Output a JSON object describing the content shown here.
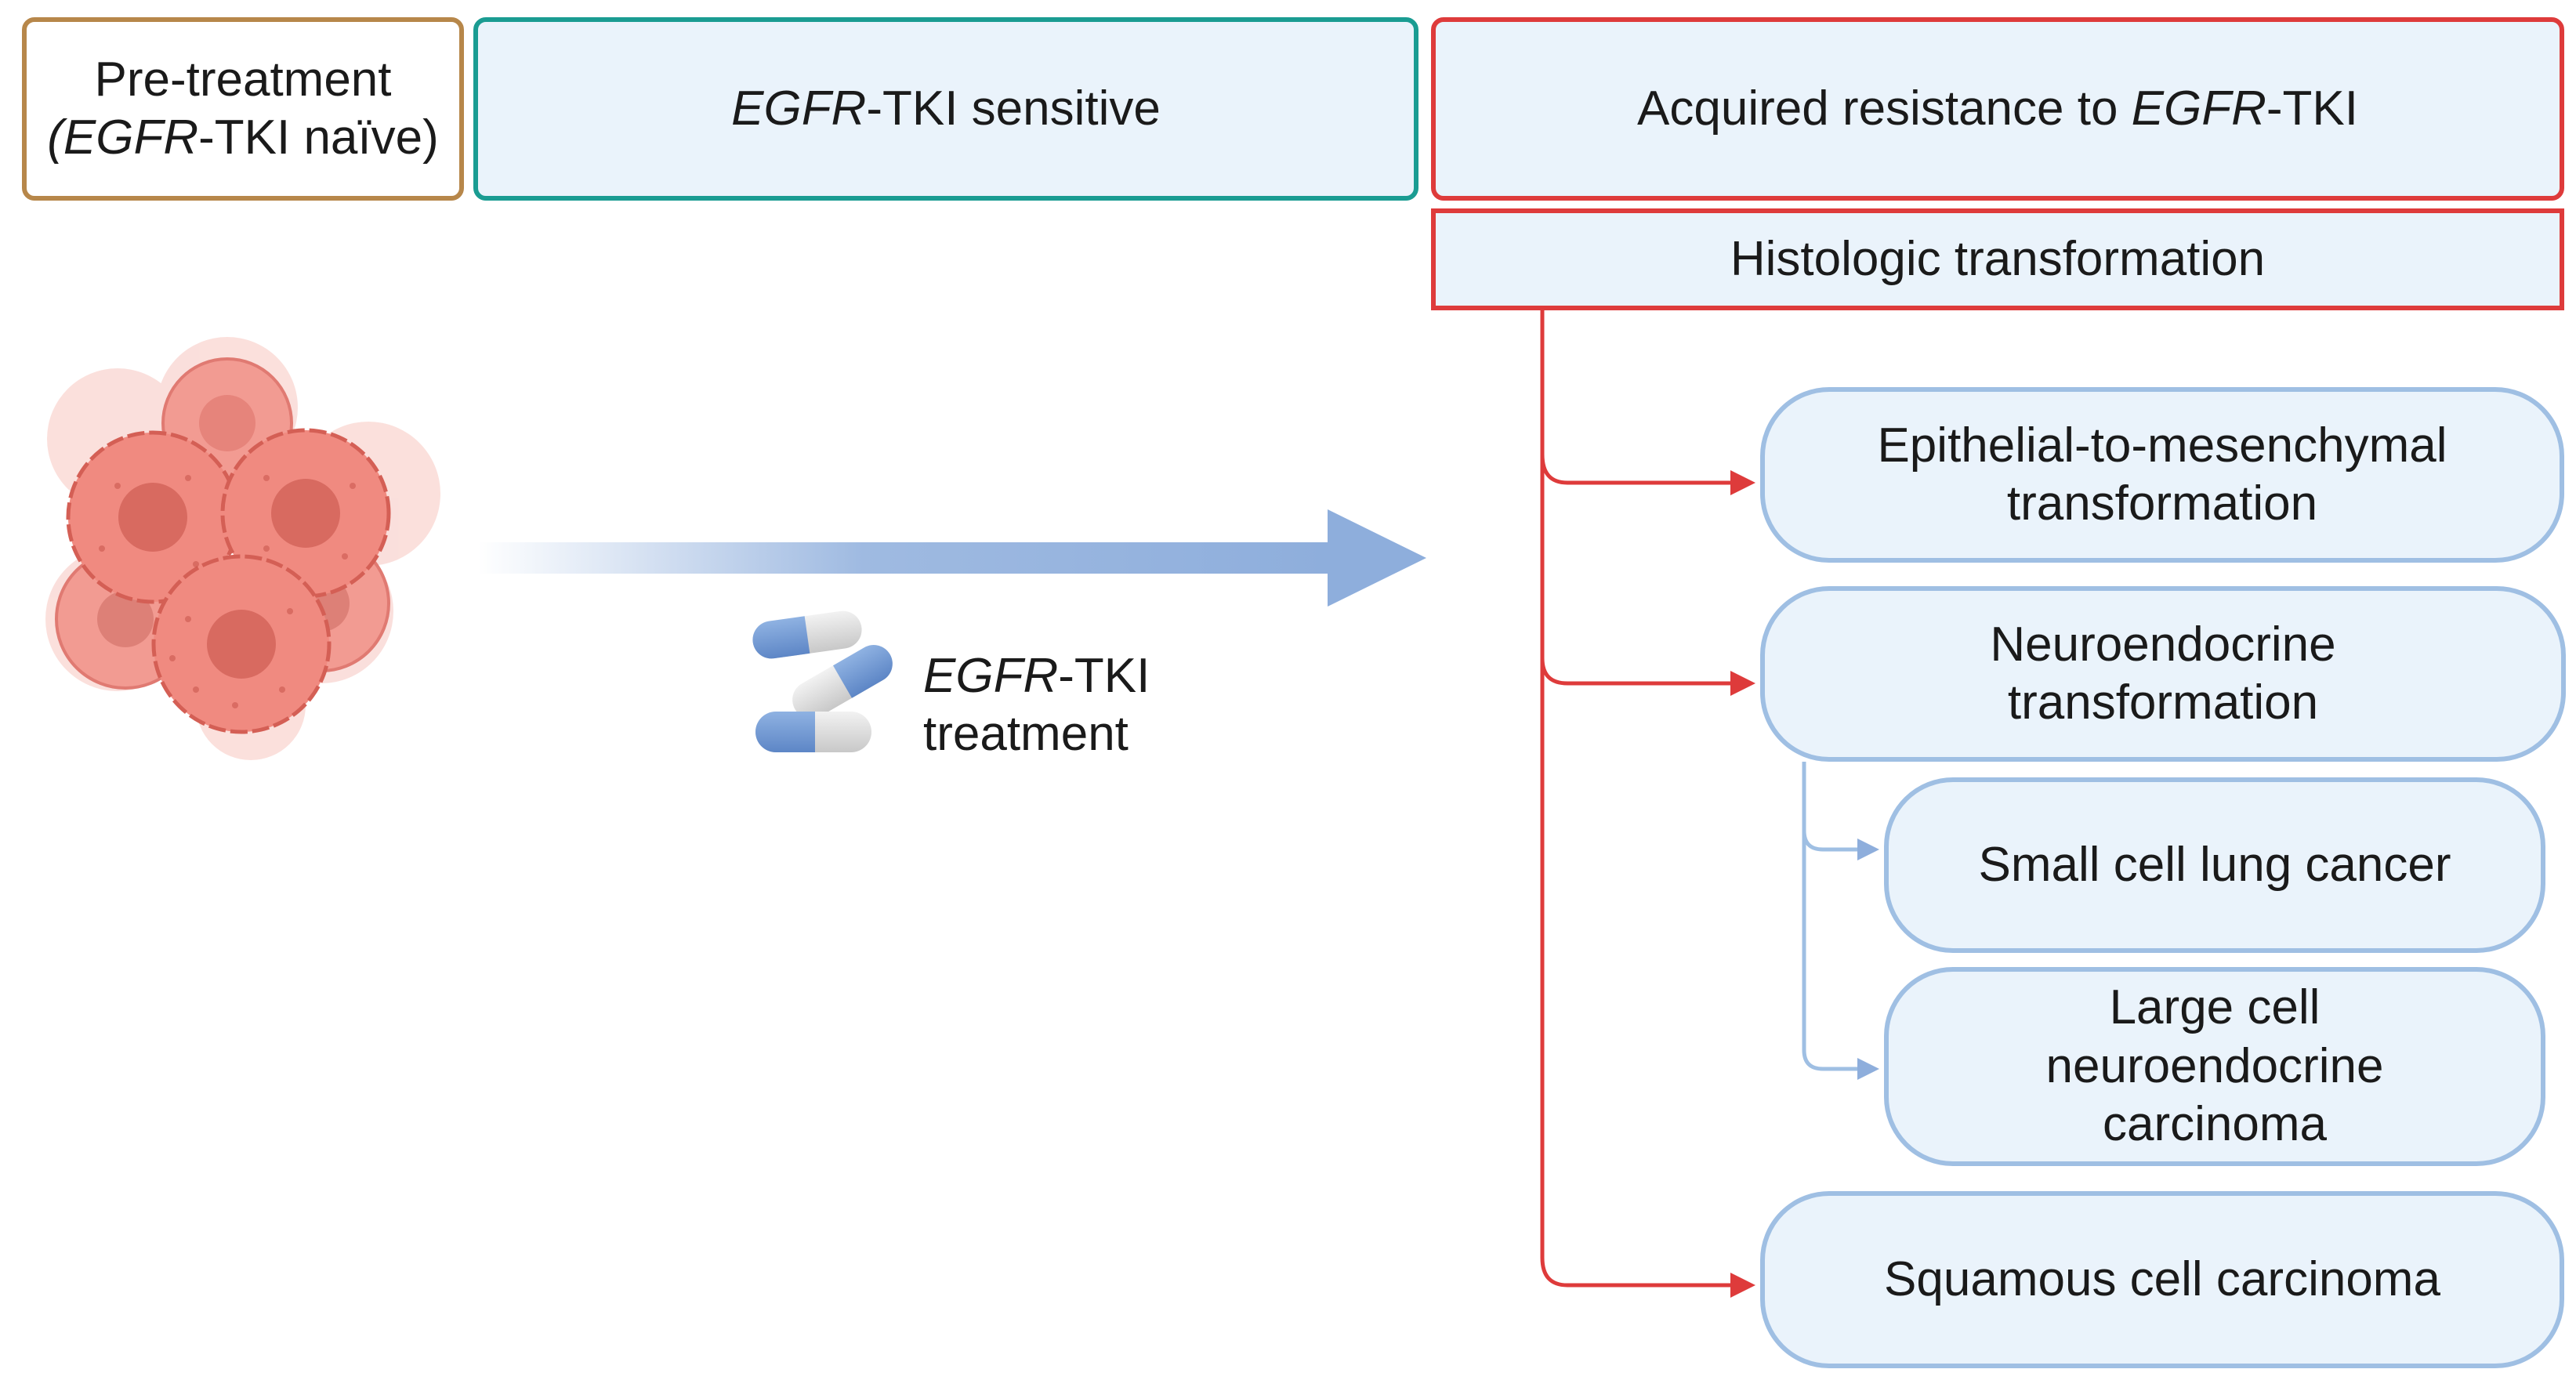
{
  "headers": {
    "pre_treatment": {
      "line1": "Pre-treatment",
      "line2_prefix": "(",
      "line2_gene": "EGFR",
      "line2_suffix": "-TKI naïve)"
    },
    "sensitive": {
      "gene": "EGFR",
      "suffix": "-TKI sensitive"
    },
    "acquired": {
      "prefix": "Acquired resistance to ",
      "gene": "EGFR",
      "suffix": "-TKI"
    },
    "histologic": "Histologic transformation"
  },
  "treatment": {
    "gene": "EGFR",
    "suffix": "-TKI",
    "line2": "treatment"
  },
  "outcomes": {
    "emt": {
      "line1": "Epithelial-to-mesenchymal",
      "line2": "transformation"
    },
    "neuroendocrine": {
      "line1": "Neuroendocrine",
      "line2": "transformation"
    },
    "sclc": "Small cell lung cancer",
    "lcnec": {
      "line1": "Large cell",
      "line2": "neuroendocrine",
      "line3": "carcinoma"
    },
    "scc": "Squamous cell carcinoma"
  },
  "colors": {
    "pre_border": "#b7874a",
    "sensitive_border": "#1a9c92",
    "resistance_red": "#de3b3b",
    "box_fill": "#eaf3fb",
    "box_border_blue": "#9fbfe3",
    "arrow_blue": "#8eaedc",
    "cell_fill": "#f08a80"
  },
  "icons": [
    "tumor-cells-icon",
    "pill-capsule-icon"
  ]
}
